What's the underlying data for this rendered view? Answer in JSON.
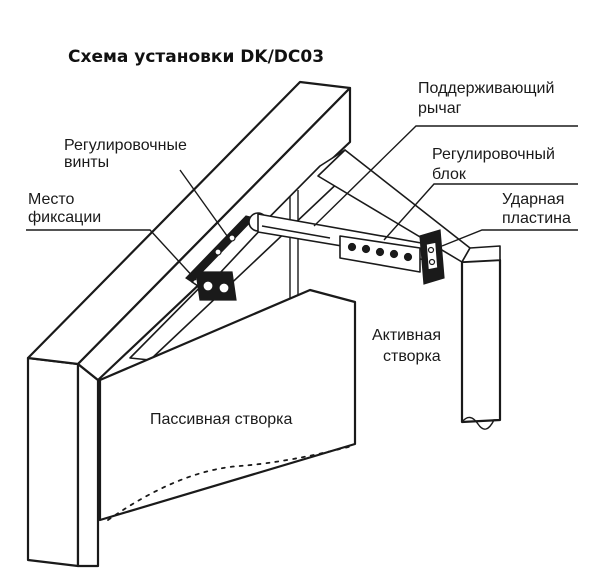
{
  "title": "Схема установки DK/DC03",
  "labels": {
    "support_arm": [
      "Поддерживающий",
      "рычаг"
    ],
    "adjusting_screws": [
      "Регулировочные",
      "винты"
    ],
    "adjusting_block": [
      "Регулировочный",
      "блок"
    ],
    "fixing_point": [
      "Место",
      "фиксации"
    ],
    "strike_plate": [
      "Ударная",
      "пластина"
    ],
    "active_leaf": [
      "Активная",
      "створка"
    ],
    "passive_leaf": "Пассивная створка"
  },
  "colors": {
    "ink": "#1a1a1a",
    "background": "#ffffff"
  }
}
